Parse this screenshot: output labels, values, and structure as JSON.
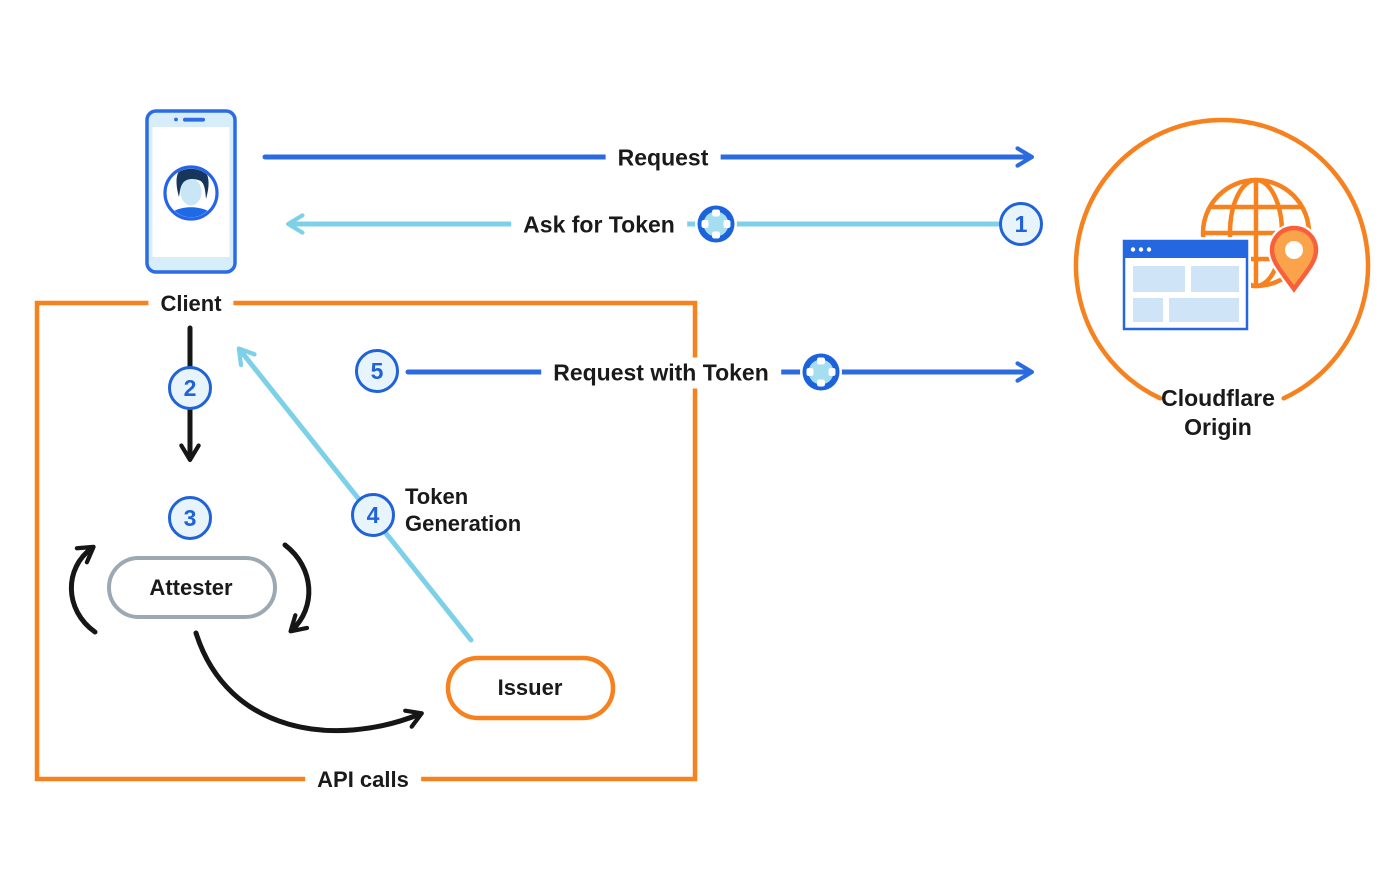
{
  "diagram": {
    "nodes": {
      "client": {
        "label": "Client"
      },
      "cloudflare_origin": {
        "label_line1": "Cloudflare",
        "label_line2": "Origin"
      },
      "attester": {
        "label": "Attester"
      },
      "issuer": {
        "label": "Issuer"
      }
    },
    "flows": {
      "request": {
        "label": "Request"
      },
      "ask_for_token": {
        "label": "Ask for Token",
        "step": "1"
      },
      "client_to_attester": {
        "step": "2"
      },
      "attestation": {
        "step": "3"
      },
      "token_generation": {
        "label_line1": "Token",
        "label_line2": "Generation",
        "step": "4"
      },
      "request_with_token": {
        "label": "Request with Token",
        "step": "5"
      }
    },
    "group": {
      "label": "API calls"
    },
    "icons": {
      "token": "token-ring-icon",
      "client_device": "smartphone-user-icon",
      "origin": "globe-browser-location-pin-icon"
    },
    "colors": {
      "orange": "#F6821F",
      "blue": "#2C6BDF",
      "light_blue": "#7ED0E8",
      "black_arrow": "#161616",
      "circle_fill": "#E8F4FC",
      "circle_stroke": "#2062D8",
      "attester_gray": "#9CA9B2",
      "pin_fill": "#FBA34B",
      "pin_stroke": "#F8603C"
    }
  }
}
